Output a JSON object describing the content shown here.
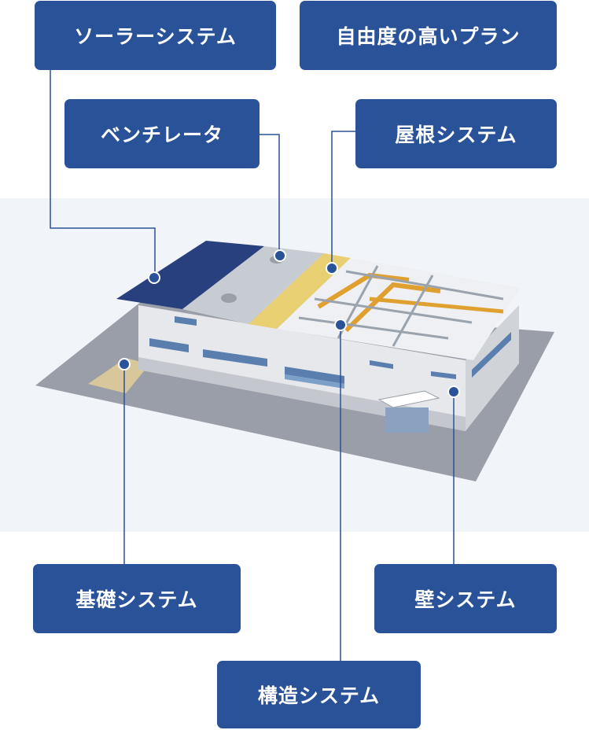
{
  "labels": {
    "solar": "ソーラーシステム",
    "plan": "自由度の高いプラン",
    "ventilator": "ベンチレータ",
    "roof": "屋根システム",
    "foundation": "基礎システム",
    "wall": "壁システム",
    "structure": "構造システム"
  },
  "colors": {
    "label_bg": "#2a5298",
    "label_text": "#ffffff",
    "connector": "#2a5298",
    "band": "#f1f4f9",
    "ground": "#9a9ea8",
    "solar_panel": "#28407e",
    "roof_metal": "#c7cbd2",
    "insulation": "#e7cf72",
    "steel_beam": "#e0a030",
    "wall": "#e6e8ec",
    "window": "#5a7fae"
  }
}
